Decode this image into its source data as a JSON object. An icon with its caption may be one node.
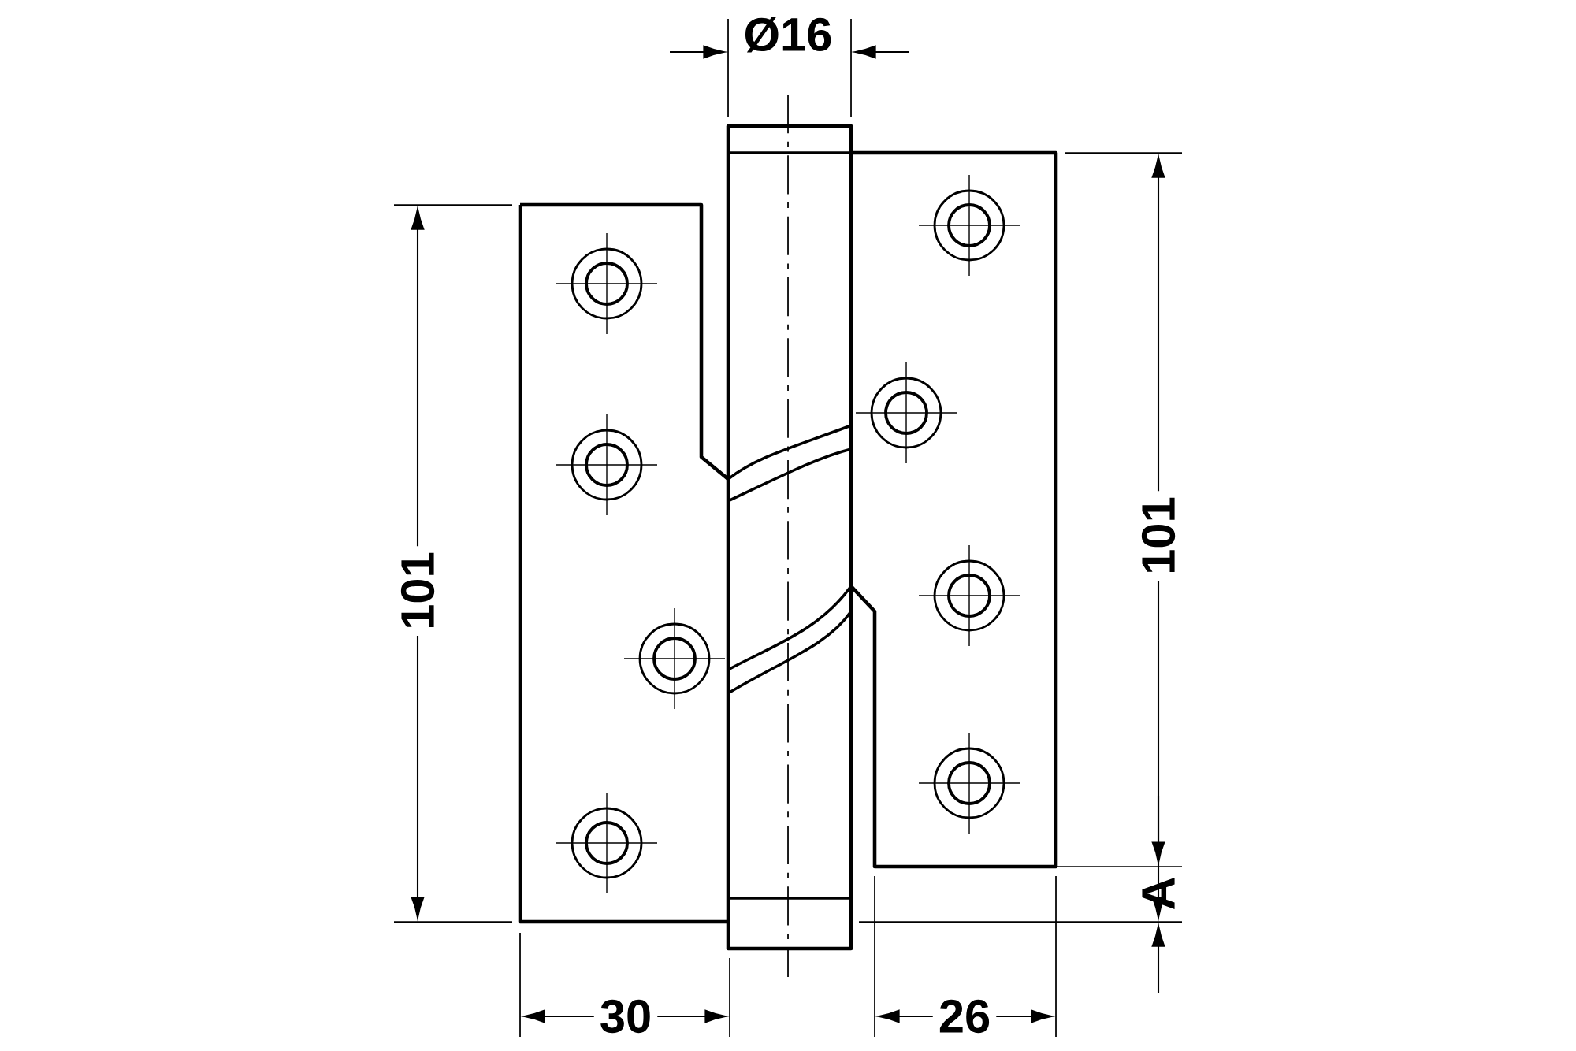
{
  "diagram": {
    "labels": [
      "Ø16",
      "101",
      "101",
      "A",
      "30",
      "26"
    ]
  }
}
